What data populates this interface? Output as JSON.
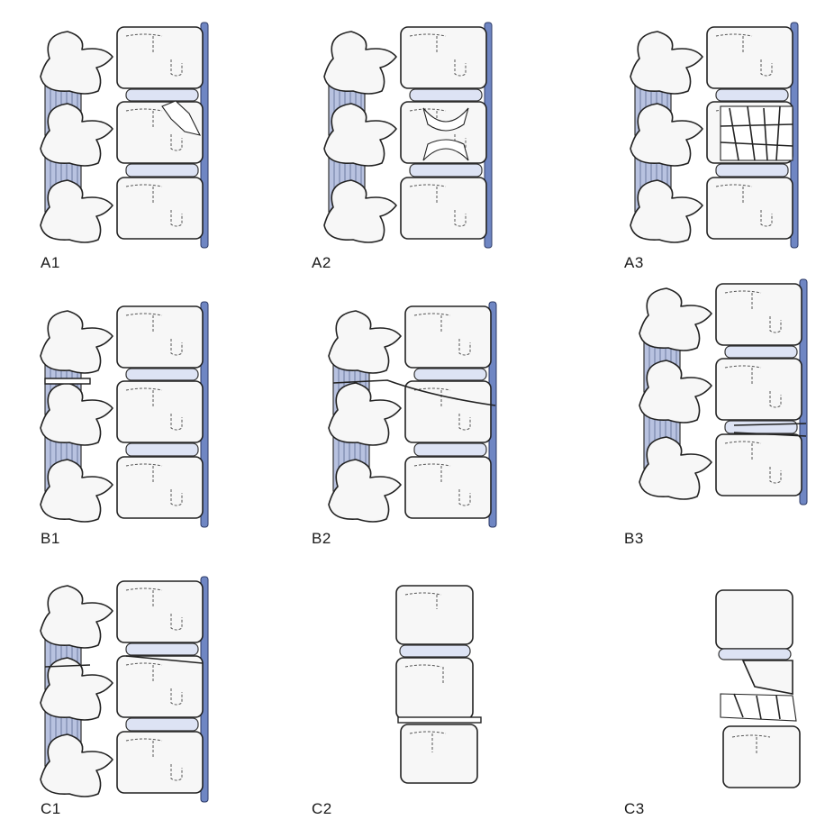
{
  "panels": [
    {
      "label": "A1"
    },
    {
      "label": "A2"
    },
    {
      "label": "A3"
    },
    {
      "label": "B1"
    },
    {
      "label": "B2"
    },
    {
      "label": "B3"
    },
    {
      "label": "C1"
    },
    {
      "label": "C2"
    },
    {
      "label": "C3"
    }
  ],
  "colors": {
    "disc": "#dde3f4",
    "ligament": "#b8c2e0",
    "posterior_longitudinal_ligament": "#6f86c3",
    "bone": "#f7f7f7",
    "outline": "#222222"
  }
}
